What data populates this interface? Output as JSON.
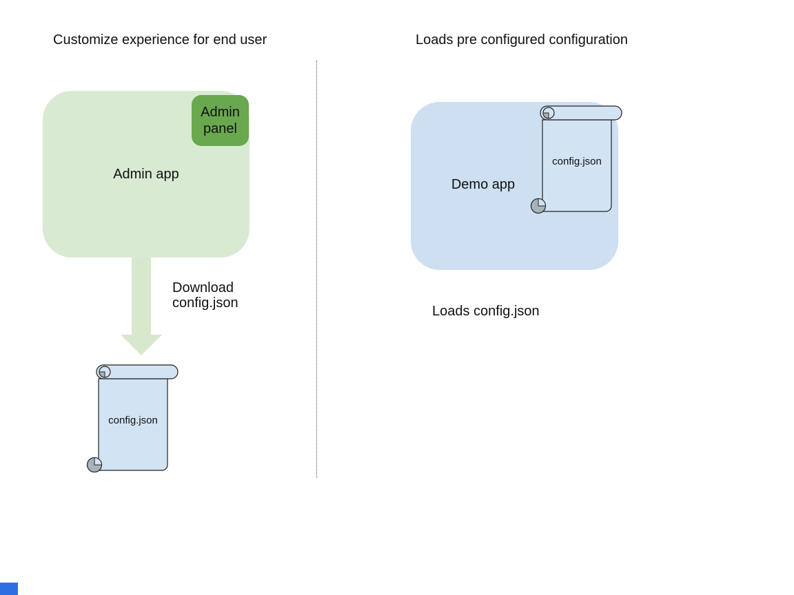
{
  "left": {
    "title": "Customize experience for end user",
    "admin_app_label": "Admin app",
    "admin_panel_label": "Admin panel",
    "download_label": "Download config.json",
    "config_file_label": "config.json"
  },
  "right": {
    "title": "Loads pre configured configuration",
    "demo_app_label": "Demo app",
    "config_file_label": "config.json",
    "caption": "Loads config.json"
  },
  "colors": {
    "admin_app_fill": "#d9ead3",
    "admin_panel_fill": "#6aa84f",
    "arrow_fill": "#d7e8cc",
    "demo_app_fill": "#cddff0",
    "scroll_fill": "#d2e3f4",
    "scroll_curl_fill": "#a9b2ba",
    "outline": "#222222",
    "divider": "#555555",
    "corner_square": "#2d6fe3"
  }
}
